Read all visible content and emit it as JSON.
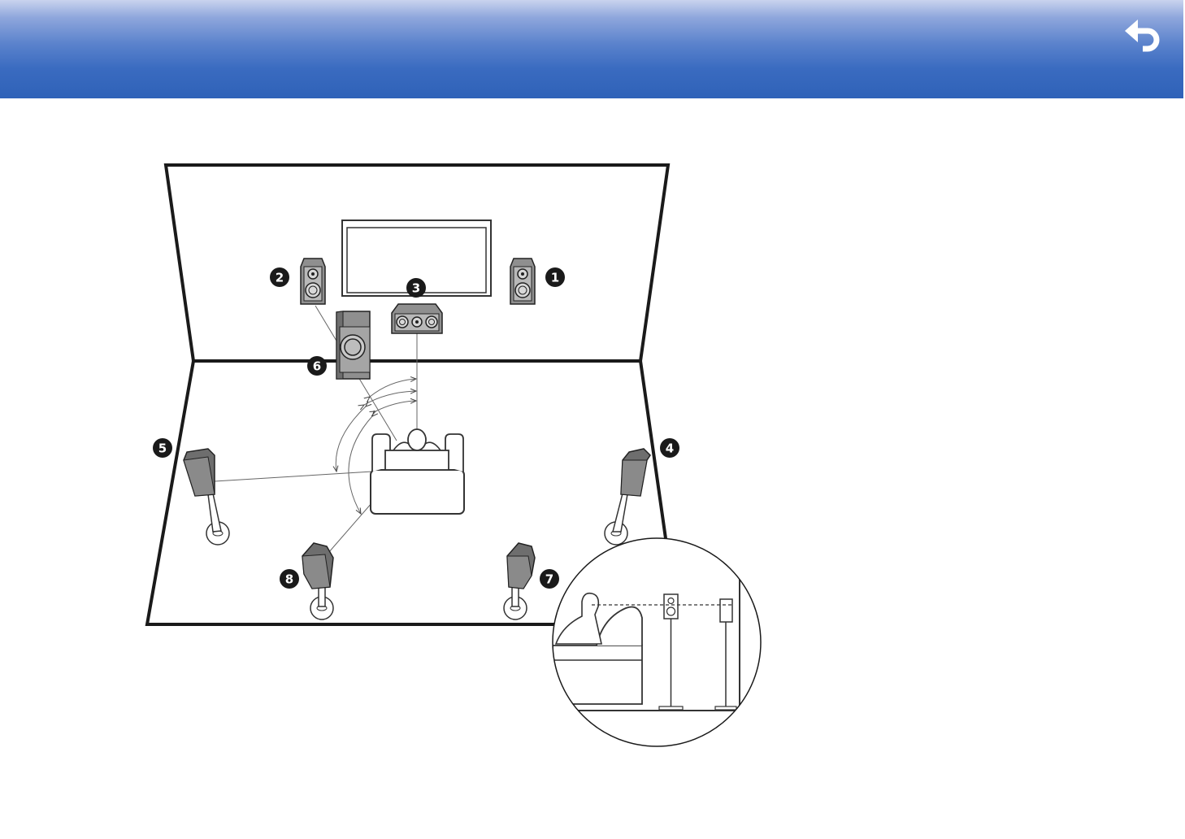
{
  "header": {
    "back_button_icon": "return-arrow-icon",
    "gradient_top": "#c9d3ee",
    "gradient_bottom": "#2f62b8"
  },
  "diagram": {
    "speakers": [
      {
        "number": "1",
        "icon": "front-speaker-icon"
      },
      {
        "number": "2",
        "icon": "front-speaker-icon"
      },
      {
        "number": "3",
        "icon": "center-speaker-icon"
      },
      {
        "number": "4",
        "icon": "surround-speaker-icon"
      },
      {
        "number": "5",
        "icon": "surround-speaker-icon"
      },
      {
        "number": "6",
        "icon": "subwoofer-icon"
      },
      {
        "number": "7",
        "icon": "surround-back-speaker-icon"
      },
      {
        "number": "8",
        "icon": "surround-back-speaker-icon"
      }
    ],
    "inset_icon": "listening-height-inset"
  }
}
